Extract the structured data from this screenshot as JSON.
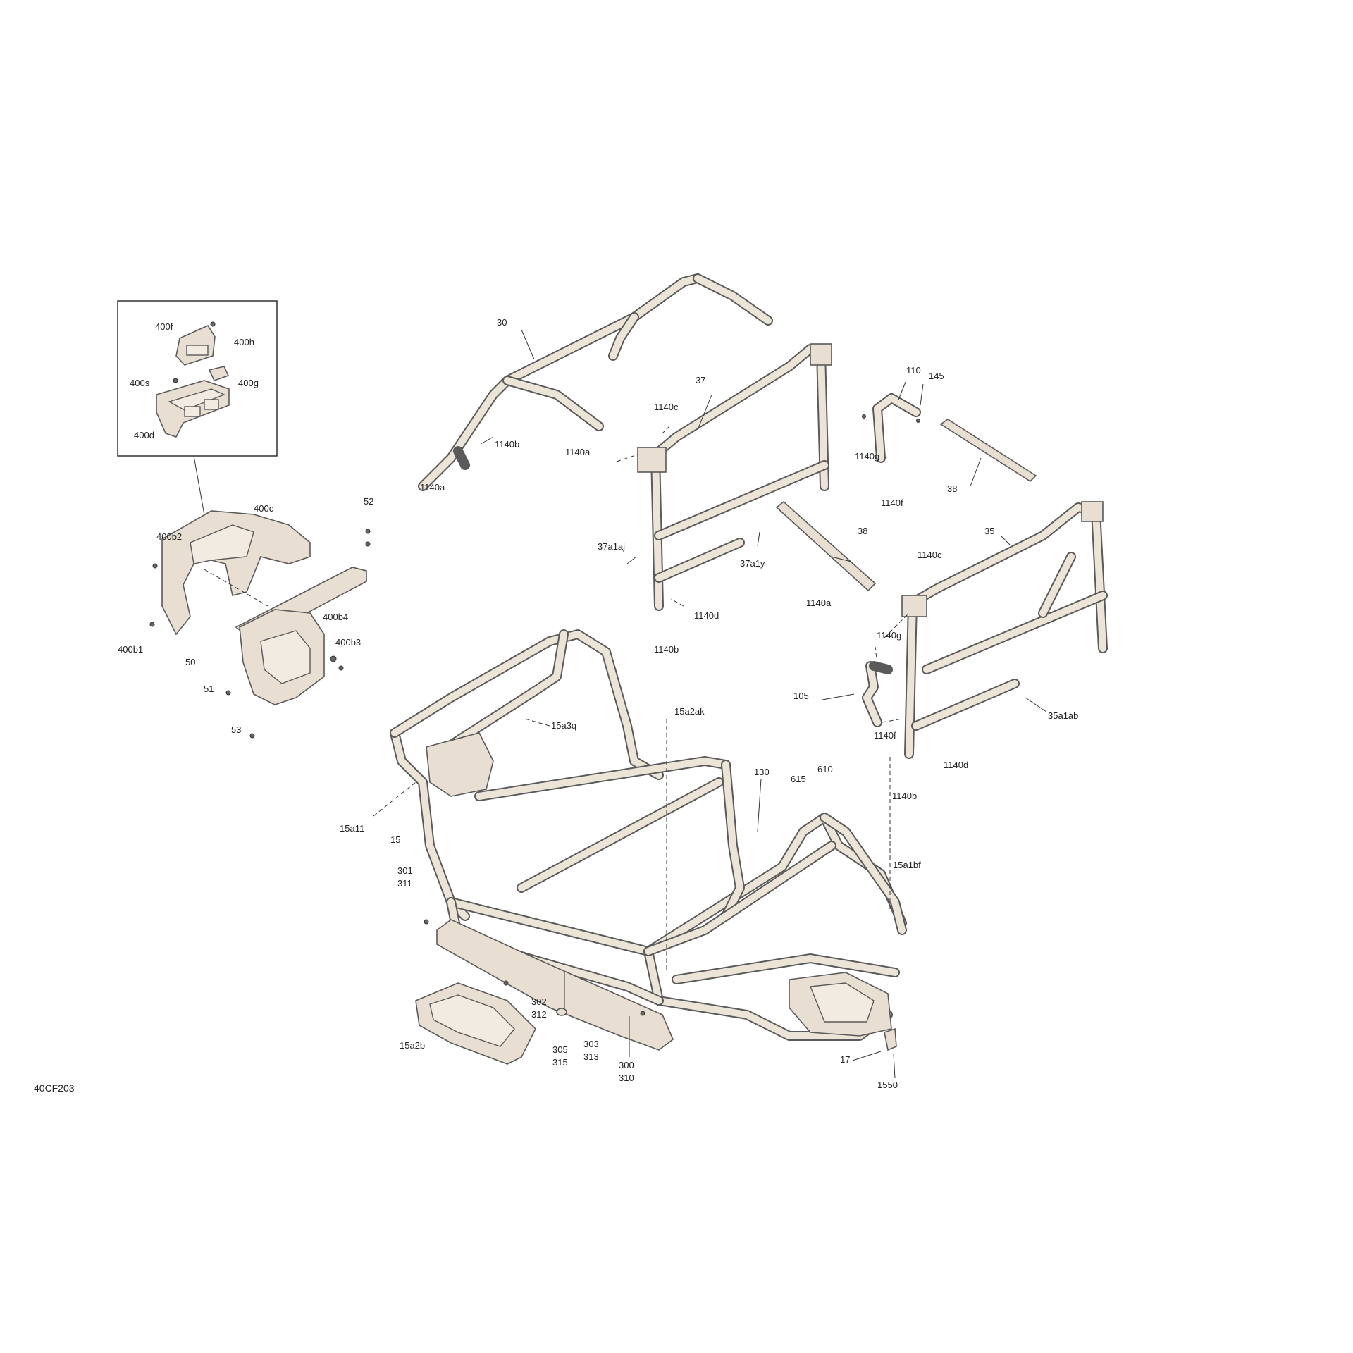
{
  "figure_code": "40CF203",
  "callouts": {
    "c400f": "400f",
    "c400h": "400h",
    "c400s": "400s",
    "c400g": "400g",
    "c400d": "400d",
    "c400c": "400c",
    "c400b2": "400b2",
    "c400b1": "400b1",
    "c400b4": "400b4",
    "c400b3": "400b3",
    "c50": "50",
    "c51": "51",
    "c52": "52",
    "c53": "53",
    "c30": "30",
    "c37": "37",
    "c1140c_top": "1140c",
    "c1140b_top": "1140b",
    "c1140a_top": "1140a",
    "c1140a_left": "1140a",
    "c37a1aj": "37a1aj",
    "c37a1y": "37a1y",
    "c1140d_mid": "1140d",
    "c1140b_mid": "1140b",
    "c38_mid": "38",
    "c110": "110",
    "c145": "145",
    "c1140g_top": "1140g",
    "c1140f_top": "1140f",
    "c38_right": "38",
    "c35": "35",
    "c1140c_right": "1140c",
    "c1140a_right": "1140a",
    "c1140g_right": "1140g",
    "c105": "105",
    "c1140f_right": "1140f",
    "c35a1ab": "35a1ab",
    "c1140d_right": "1140d",
    "c1140b_right": "1140b",
    "c15a2ak": "15a2ak",
    "c15a3q": "15a3q",
    "c15a11": "15a11",
    "c15": "15",
    "c130": "130",
    "c615": "615",
    "c610": "610",
    "c15a1bf": "15a1bf",
    "c301": "301",
    "c311": "311",
    "c302": "302",
    "c312": "312",
    "c305": "305",
    "c315": "315",
    "c303": "303",
    "c313": "313",
    "c300": "300",
    "c310": "310",
    "c15a2b": "15a2b",
    "c17": "17",
    "c1550": "1550"
  }
}
